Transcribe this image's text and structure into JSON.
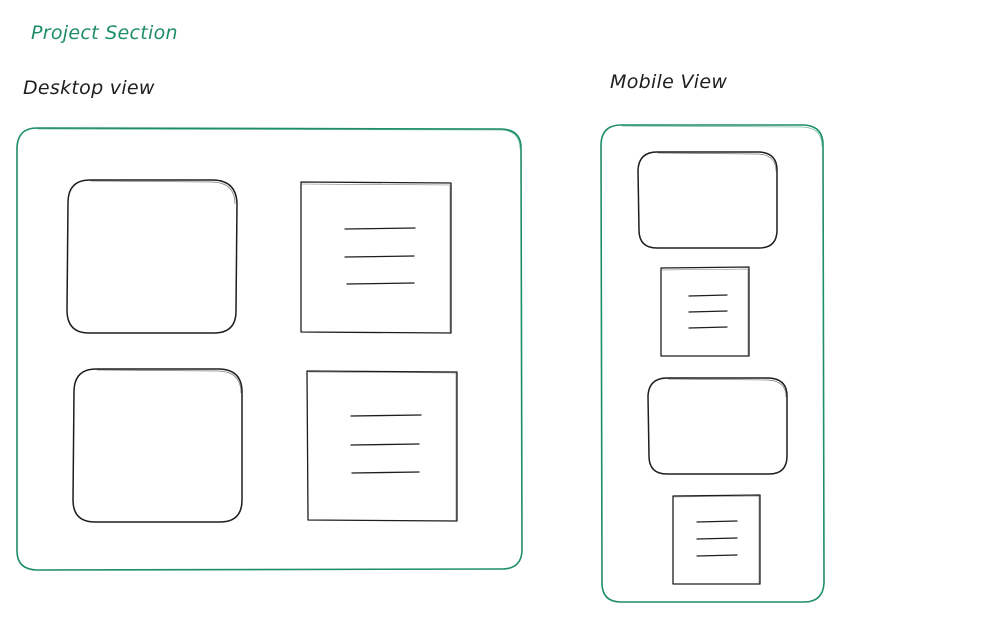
{
  "section_title": "Project Section",
  "desktop": {
    "label": "Desktop view",
    "cards": [
      {
        "kind": "image-placeholder"
      },
      {
        "kind": "text-placeholder",
        "lines": 3
      },
      {
        "kind": "image-placeholder"
      },
      {
        "kind": "text-placeholder",
        "lines": 3
      }
    ]
  },
  "mobile": {
    "label": "Mobile View",
    "cards": [
      {
        "kind": "image-placeholder"
      },
      {
        "kind": "text-placeholder",
        "lines": 3
      },
      {
        "kind": "image-placeholder"
      },
      {
        "kind": "text-placeholder",
        "lines": 3
      }
    ]
  },
  "colors": {
    "accent": "#1e8e64",
    "stroke": "#1e1e1e"
  }
}
